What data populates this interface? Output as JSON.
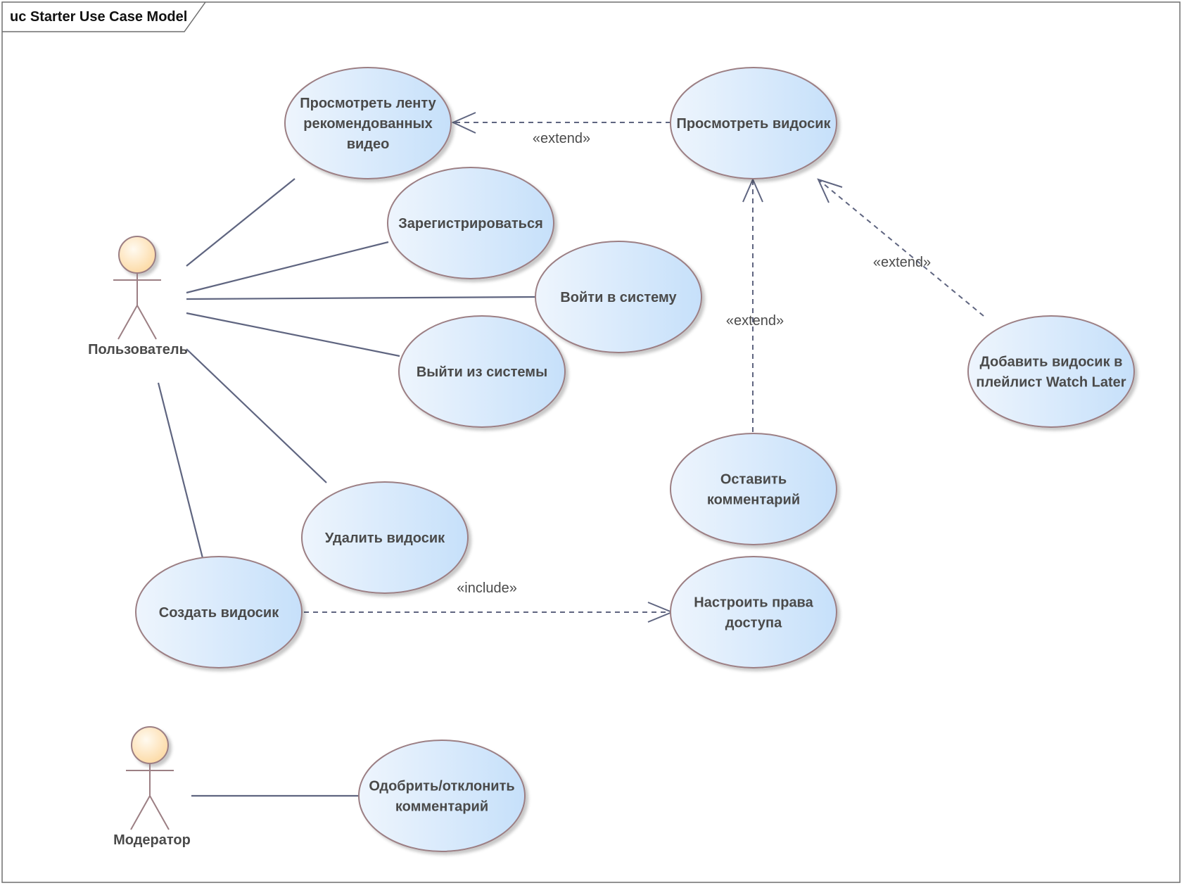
{
  "diagram": {
    "frame_title": "uc Starter Use Case Model",
    "colors": {
      "ellipse_fill_start": "#eef5fd",
      "ellipse_fill_end": "#c6e0fa",
      "ellipse_stroke": "#9c7f84",
      "actor_head_start": "#fffaf0",
      "actor_head_end": "#fcd69c",
      "actor_stroke": "#9c7f84",
      "line": "#5f6580",
      "frame_stroke": "#6e6e6e"
    },
    "actors": [
      {
        "id": "user",
        "label": "Пользователь"
      },
      {
        "id": "moderator",
        "label": "Модератор"
      }
    ],
    "use_cases": [
      {
        "id": "feed",
        "lines": [
          "Просмотреть ленту",
          "рекомендованных",
          "видео"
        ]
      },
      {
        "id": "register",
        "lines": [
          "Зарегистрироваться"
        ]
      },
      {
        "id": "login",
        "lines": [
          "Войти в систему"
        ]
      },
      {
        "id": "logout",
        "lines": [
          "Выйти из системы"
        ]
      },
      {
        "id": "delete",
        "lines": [
          "Удалить видосик"
        ]
      },
      {
        "id": "create",
        "lines": [
          "Создать видосик"
        ]
      },
      {
        "id": "watch",
        "lines": [
          "Просмотреть видосик"
        ]
      },
      {
        "id": "comment",
        "lines": [
          "Оставить",
          "комментарий"
        ]
      },
      {
        "id": "access",
        "lines": [
          "Настроить права",
          "доступа"
        ]
      },
      {
        "id": "watchlater",
        "lines": [
          "Добавить видосик в",
          "плейлист Watch Later"
        ]
      },
      {
        "id": "moderate",
        "lines": [
          "Одобрить/отклонить",
          "комментарий"
        ]
      }
    ],
    "relations": [
      {
        "from": "user",
        "to": "feed",
        "kind": "association"
      },
      {
        "from": "user",
        "to": "register",
        "kind": "association"
      },
      {
        "from": "user",
        "to": "login",
        "kind": "association"
      },
      {
        "from": "user",
        "to": "logout",
        "kind": "association"
      },
      {
        "from": "user",
        "to": "delete",
        "kind": "association"
      },
      {
        "from": "user",
        "to": "create",
        "kind": "association"
      },
      {
        "from": "moderator",
        "to": "moderate",
        "kind": "association"
      },
      {
        "from": "watch",
        "to": "feed",
        "kind": "extend",
        "label": "«extend»"
      },
      {
        "from": "comment",
        "to": "watch",
        "kind": "extend",
        "label": "«extend»"
      },
      {
        "from": "watchlater",
        "to": "watch",
        "kind": "extend",
        "label": "«extend»"
      },
      {
        "from": "create",
        "to": "access",
        "kind": "include",
        "label": "«include»"
      }
    ]
  }
}
